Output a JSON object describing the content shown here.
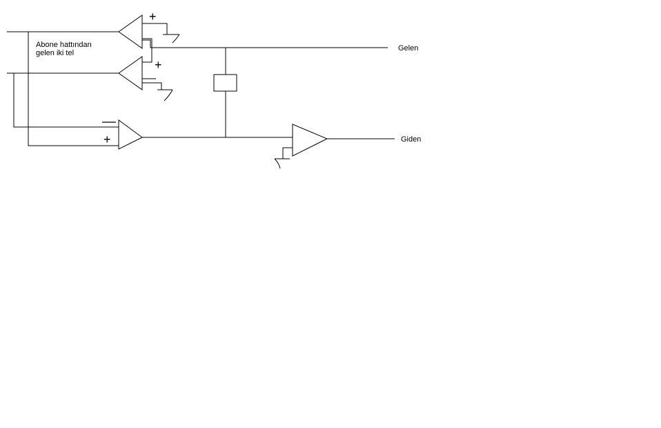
{
  "labels": {
    "source_line1": "Abone hattından",
    "source_line2": "gelen iki tel",
    "output_incoming": "Gelen",
    "output_outgoing": "Giden"
  },
  "symbols": {
    "plus": "+"
  },
  "colors": {
    "ink": "#000000",
    "background": "#ffffff"
  }
}
